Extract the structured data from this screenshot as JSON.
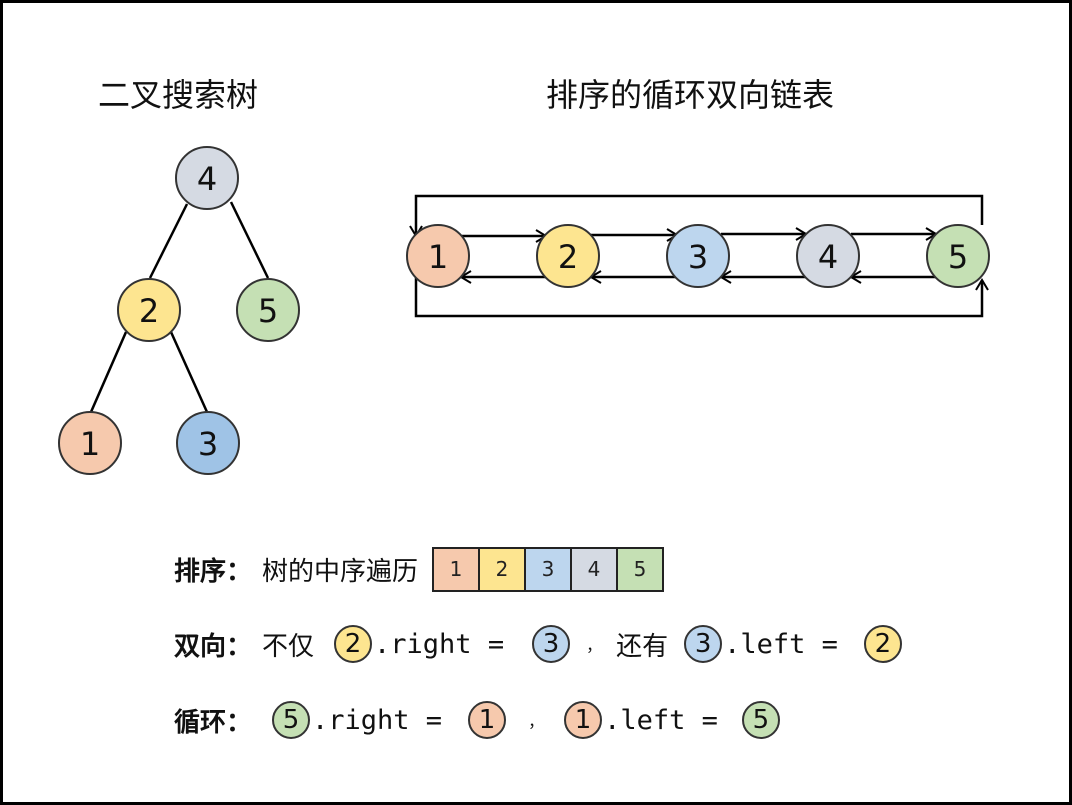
{
  "titles": {
    "bst": "二叉搜索树",
    "dll": "排序的循环双向链表"
  },
  "colors": {
    "1": "#f6c9ad",
    "2": "#fde590",
    "3a": "#9fc3e6",
    "3b": "#bdd6ee",
    "4": "#d5dae3",
    "5": "#c5e0b4"
  },
  "tree": {
    "nodes": [
      {
        "id": "4",
        "label": "4",
        "color": "#d5dae3"
      },
      {
        "id": "2",
        "label": "2",
        "color": "#fde590"
      },
      {
        "id": "5",
        "label": "5",
        "color": "#c5e0b4"
      },
      {
        "id": "1",
        "label": "1",
        "color": "#f6c9ad"
      },
      {
        "id": "3",
        "label": "3",
        "color": "#9fc3e6"
      }
    ],
    "edges": [
      [
        "4",
        "2"
      ],
      [
        "4",
        "5"
      ],
      [
        "2",
        "1"
      ],
      [
        "2",
        "3"
      ]
    ]
  },
  "list": {
    "nodes": [
      {
        "label": "1",
        "color": "#f6c9ad"
      },
      {
        "label": "2",
        "color": "#fde590"
      },
      {
        "label": "3",
        "color": "#bdd6ee"
      },
      {
        "label": "4",
        "color": "#d5dae3"
      },
      {
        "label": "5",
        "color": "#c5e0b4"
      }
    ]
  },
  "explain": {
    "sort": {
      "label": "排序：",
      "text": "树的中序遍历",
      "cells": [
        {
          "label": "1",
          "color": "#f6c9ad"
        },
        {
          "label": "2",
          "color": "#fde590"
        },
        {
          "label": "3",
          "color": "#bdd6ee"
        },
        {
          "label": "4",
          "color": "#d5dae3"
        },
        {
          "label": "5",
          "color": "#c5e0b4"
        }
      ]
    },
    "bi": {
      "label": "双向：",
      "prefix": "不仅",
      "n1": "2",
      "expr1": ".right =",
      "n2": "3",
      "comma": "，",
      "mid": "还有",
      "n3": "3",
      "expr2": ".left =",
      "n4": "2"
    },
    "cyc": {
      "label": "循环：",
      "n1": "5",
      "expr1": ".right =",
      "n2": "1",
      "comma": "，",
      "n3": "1",
      "expr2": ".left =",
      "n4": "5"
    }
  }
}
